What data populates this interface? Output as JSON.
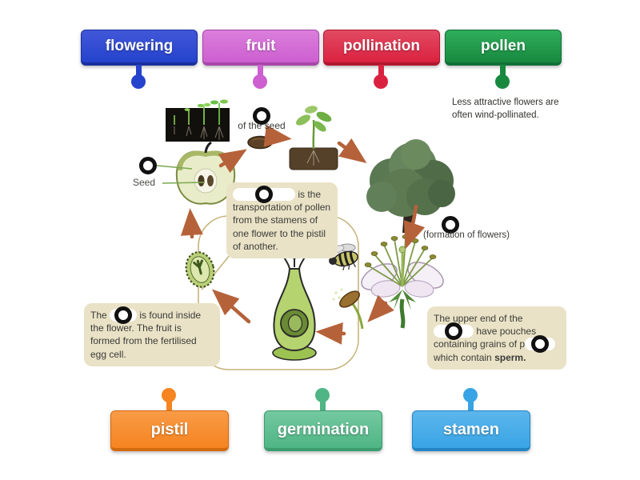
{
  "activity": {
    "top_labels": [
      {
        "text": "flowering",
        "color": "#2543cd"
      },
      {
        "text": "fruit",
        "color": "#cd5fd0"
      },
      {
        "text": "pollination",
        "color": "#da2240"
      },
      {
        "text": "pollen",
        "color": "#17893f"
      }
    ],
    "bottom_labels": [
      {
        "text": "pistil",
        "color": "#f68420"
      },
      {
        "text": "germination",
        "color": "#4fb584"
      },
      {
        "text": "stamen",
        "color": "#39a4e5"
      }
    ]
  },
  "diagram": {
    "wind_note": "Less attractive flowers are often wind-pollinated.",
    "seed_caption": "of the seed",
    "seed_label": "Seed",
    "formation_caption": "(formation of flowers)",
    "callout_pollination": {
      "post": "is the transportation of pollen from the stamens of one flower to the pistil of another."
    },
    "callout_pistil": {
      "pre": "The",
      "post": "is found inside the flower. The fruit is formed from the fertilised egg cell."
    },
    "callout_stamen": {
      "pre": "The upper end of the",
      "mid": "have pouches containing grains of p",
      "post": "which contain",
      "bold": "sperm."
    }
  },
  "colors": {
    "arrow": "#b5623a",
    "callout_background": "#e9e2c6",
    "cycle_outline": "#c6b47c",
    "target_ring": "#111111",
    "body_text": "#3b3b38"
  }
}
